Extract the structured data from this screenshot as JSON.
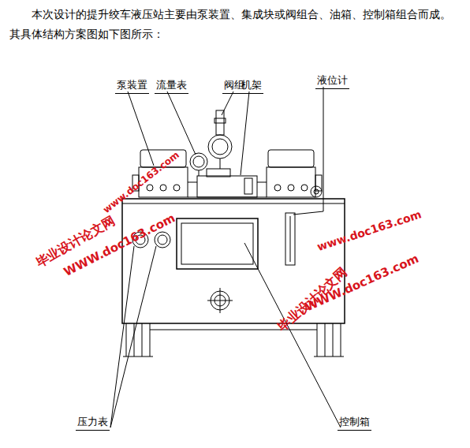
{
  "diagram": {
    "labels": [
      "本次设计的提升绞车液压站主要由泵装置、集成块或阀组合、油箱、控制箱组合而成。其具体结构方案图如下图所示：",
      "泵装置",
      "流量表",
      "阀组",
      "机架",
      "液位计",
      "压力表",
      "控制箱",
      "www.doc163.com",
      "毕业设计论文网",
      "WWW.doc163.com",
      "www.doc163.com",
      "毕业设计论文网",
      "WWW.doc163.com"
    ]
  }
}
